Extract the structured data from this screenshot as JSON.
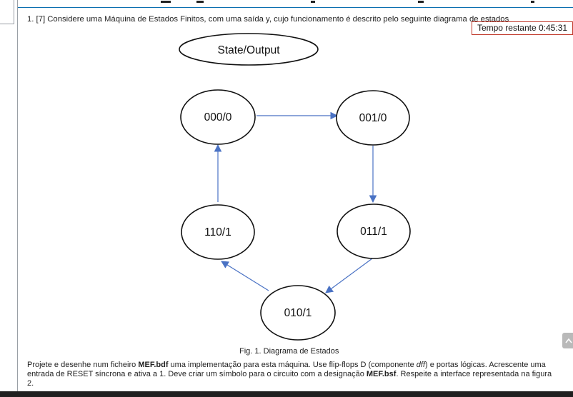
{
  "question": {
    "text": "1. [7] Considere uma Máquina de Estados Finitos, com uma saída y, cujo funcionamento é descrito pelo seguinte diagrama de estados"
  },
  "timer": {
    "label": "Tempo restante 0:45:31"
  },
  "diagram": {
    "legend": "State/Output",
    "states": [
      "000/0",
      "001/0",
      "011/1",
      "010/1",
      "110/1"
    ],
    "caption": "Fig. 1. Diagrama de Estados"
  },
  "instructions": {
    "p1": "Projete e desenhe num ficheiro ",
    "file_bdf": "MEF.bdf",
    "p2": " uma implementação para esta máquina.  Use flip-flops D (componente ",
    "component": "dff",
    "p3": ") e portas lógicas. Acrescente uma entrada de RESET síncrona e ativa a 1. Deve criar um símbolo para o circuito com a designação ",
    "file_bsf": "MEF.bsf",
    "p4": ". Respeite a interface representada na figura 2."
  },
  "colors": {
    "arrow": "#4a72c4",
    "timer_border": "#c0392b",
    "rule": "#0b6fb0"
  },
  "icons": [
    "chevron-up-icon"
  ]
}
